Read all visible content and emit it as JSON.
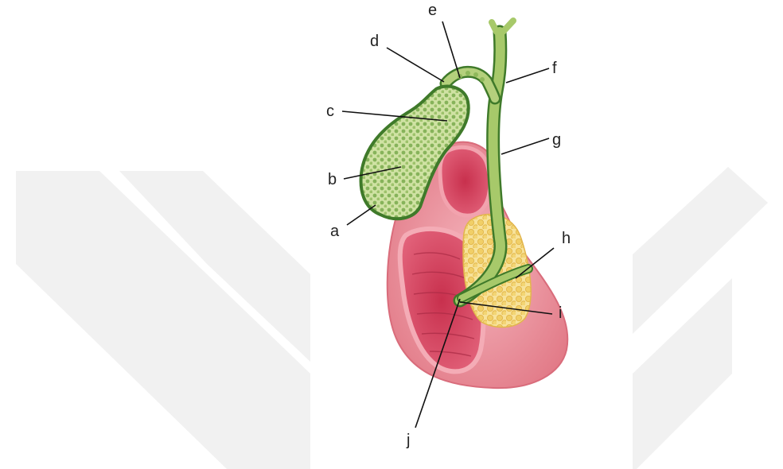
{
  "diagram": {
    "labels": {
      "a": "a",
      "b": "b",
      "c": "c",
      "d": "d",
      "e": "e",
      "f": "f",
      "g": "g",
      "h": "h",
      "i": "i",
      "j": "j"
    }
  },
  "colors": {
    "watermark": "#f1f1f1",
    "gallbladder_fill": "#cfe2a3",
    "gallbladder_outline": "#3f7a2a",
    "duct": "#a7c96a",
    "duodenum": "#e88d97",
    "duodenum_dark": "#b8364e",
    "duodenum_inner": "#d9536e",
    "pancreas": "#f4d77c",
    "pancreas_dots": "#e5b94a"
  }
}
